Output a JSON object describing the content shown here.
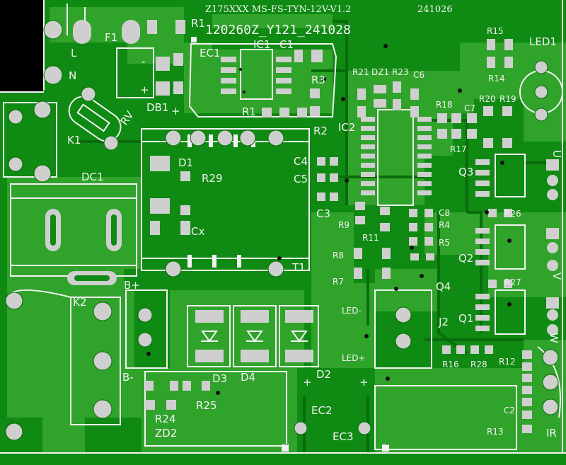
{
  "board": {
    "title": "Z175XXX MS-FS-TYN-12V-V1.2",
    "date": "241026",
    "batch_code": "120260Z_Y121_241028",
    "colors": {
      "board": "#0f8a12",
      "copper": "#2fa32a",
      "silkscreen": "#f2f2f2",
      "pad": "#cfcfcf",
      "edge": "#000000"
    }
  },
  "labels": {
    "L": "L",
    "N": "N",
    "F1": "F1",
    "K1": "K1",
    "RV": "RV",
    "DB1": "DB1",
    "R1a": "R1",
    "EC1": "EC1",
    "IC1": "IC1",
    "C1": "C1",
    "R3": "R3",
    "R1b": "R1",
    "R2": "R2",
    "DC1": "DC1",
    "D1": "D1",
    "R29": "R29",
    "Cx": "Cx",
    "C4": "C4",
    "C5": "C5",
    "C3": "C3",
    "T1": "T1",
    "R21": "R21",
    "DZ1": "DZ1",
    "R23": "R23",
    "C6": "C6",
    "IC2": "IC2",
    "R18": "R18",
    "C7": "C7",
    "R20": "R20",
    "R19": "R19",
    "R17": "R17",
    "R15": "R15",
    "R14": "R14",
    "LED1": "LED1",
    "Q3": "Q3",
    "U": "U",
    "R9": "R9",
    "R11": "R11",
    "C8": "C8",
    "R4": "R4",
    "R5": "R5",
    "R26": "R26",
    "Q2": "Q2",
    "V": "V",
    "R8": "R8",
    "R7": "R7",
    "Q4": "Q4",
    "R27": "R27",
    "Q1": "Q1",
    "W": "W",
    "LEDminus": "LED-",
    "LEDplus": "LED+",
    "J2": "J2",
    "Bplus": "B+",
    "K2": "K2",
    "Bminus": "B-",
    "D3": "D3",
    "D4": "D4",
    "D2": "D2",
    "R25": "R25",
    "R24": "R24",
    "ZD2": "ZD2",
    "EC2": "EC2",
    "EC3": "EC3",
    "R16": "R16",
    "R28": "R28",
    "R12": "R12",
    "C2": "C2",
    "R13": "R13",
    "IR": "IR",
    "plus1": "+",
    "plus2": "+",
    "plus3": "+",
    "minus1": "-",
    "plus4": "+"
  }
}
